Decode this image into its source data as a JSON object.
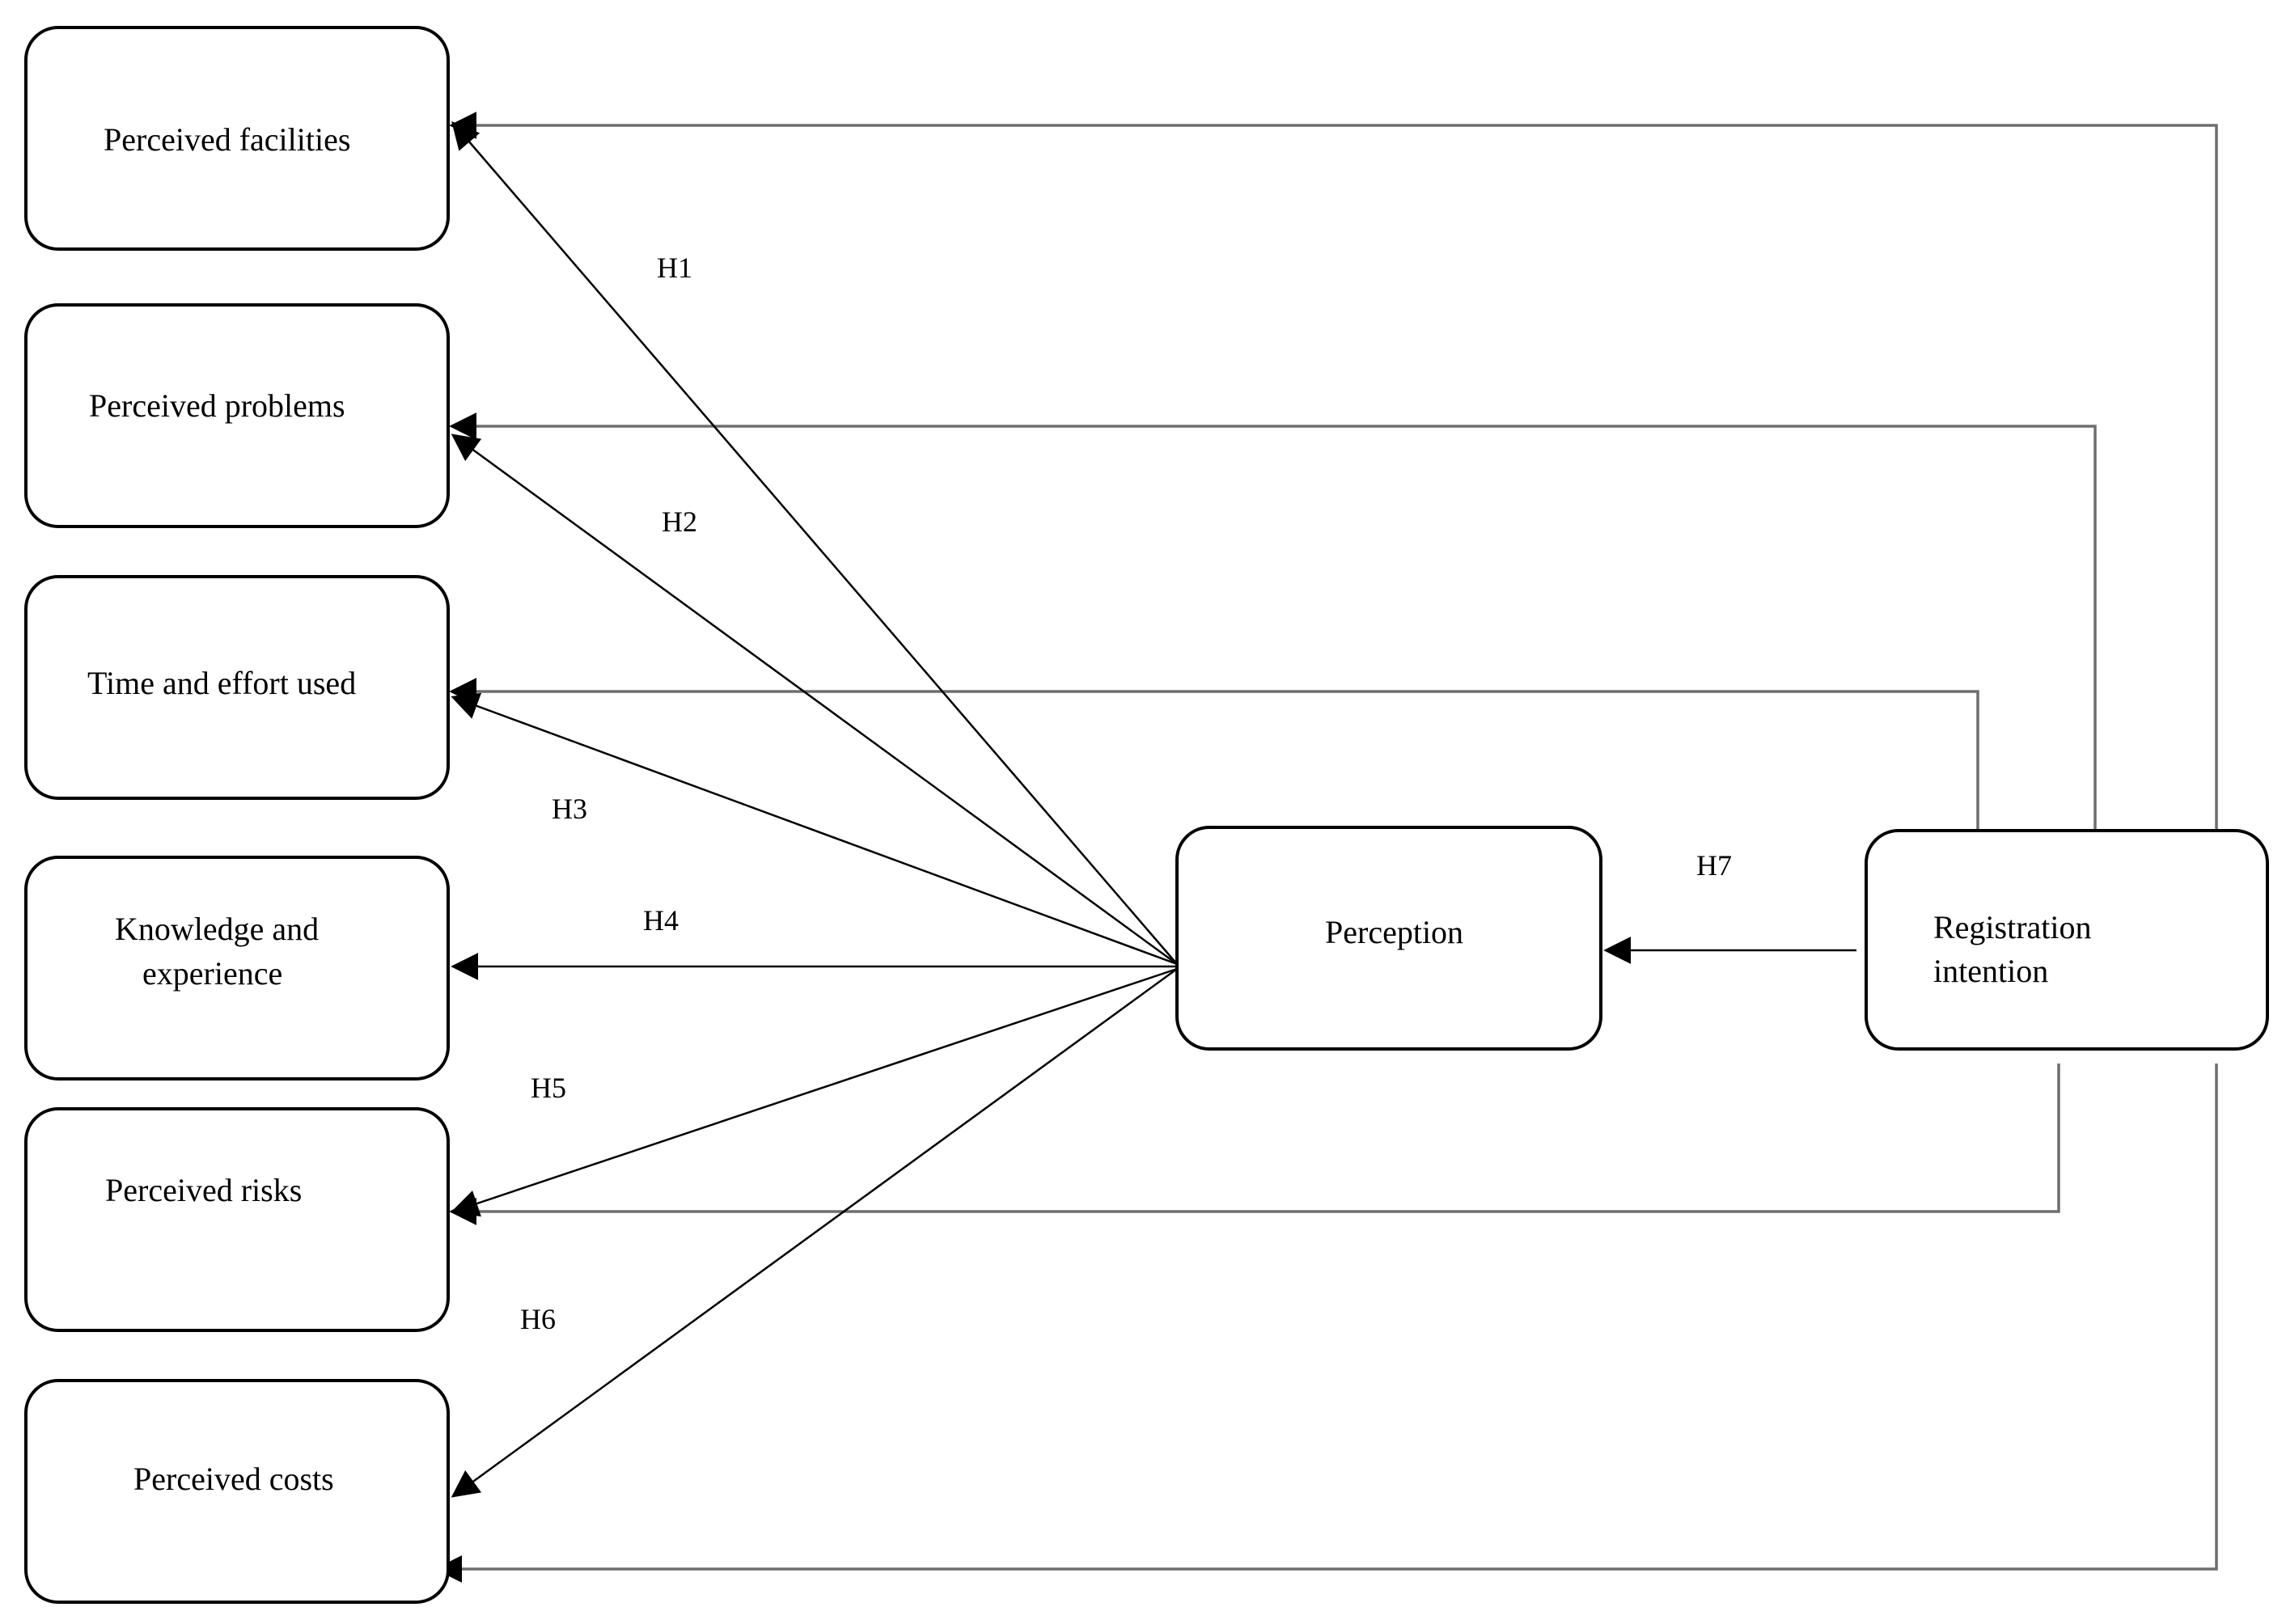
{
  "nodes": {
    "facilities": "Perceived facilities",
    "problems": "Perceived problems",
    "time_effort": "Time and effort used",
    "knowledge_1": "Knowledge and",
    "knowledge_2": "experience",
    "risks": "Perceived risks",
    "costs": "Perceived costs",
    "perception": "Perception",
    "registration_1": "Registration",
    "registration_2": "intention"
  },
  "hypotheses": {
    "h1": "H1",
    "h2": "H2",
    "h3": "H3",
    "h4": "H4",
    "h5": "H5",
    "h6": "H6",
    "h7": "H7"
  },
  "colors": {
    "stroke": "#000000",
    "gray_connector": "#6e6e6e",
    "background": "#ffffff"
  }
}
